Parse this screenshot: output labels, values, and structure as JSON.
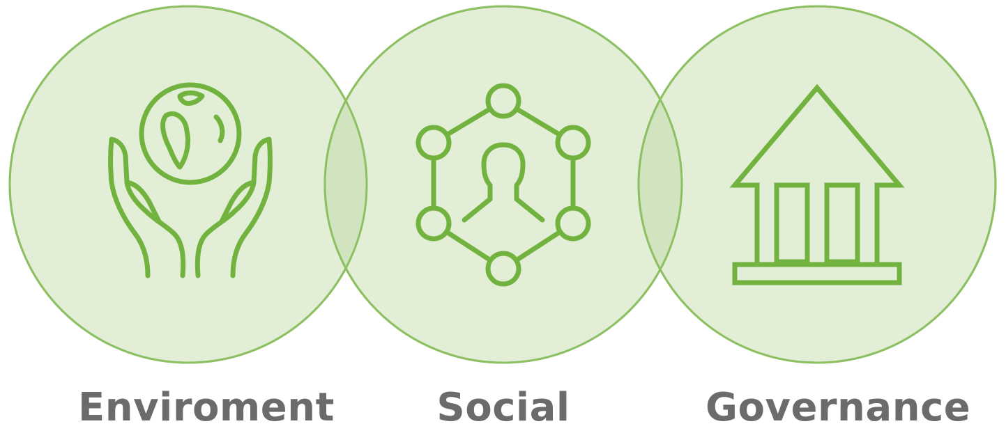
{
  "colors": {
    "circle_fill": "#e3eed6",
    "circle_stroke": "#8cc063",
    "overlap_fill": "#d2e4bf",
    "icon_stroke": "#72b340",
    "label_text": "#6b6b6b"
  },
  "pillars": [
    {
      "label": "Enviroment",
      "icon": "hands-globe-icon"
    },
    {
      "label": "Social",
      "icon": "network-person-icon"
    },
    {
      "label": "Governance",
      "icon": "institution-building-icon"
    }
  ]
}
